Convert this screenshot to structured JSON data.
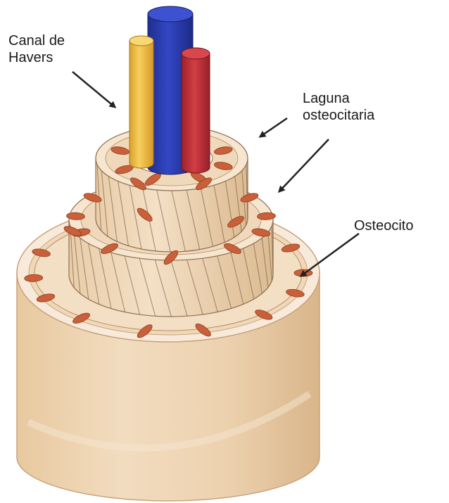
{
  "labels": {
    "canal": [
      "Canal de",
      "Havers"
    ],
    "laguna": [
      "Laguna",
      "osteocitaria"
    ],
    "osteocito": "Osteocito"
  },
  "colors": {
    "bone_outer": "#ecd3b3",
    "bone_side": "#e6c7a0",
    "bone_top": "#f6e6d0",
    "lamella": "#f1d8b8",
    "lamella_line": "#7a6048",
    "osteocyte": "#c9603a",
    "vessel_yellow": "#f2c14e",
    "vessel_blue": "#2c3fb0",
    "vessel_red": "#c2323a",
    "arrow": "#222222"
  },
  "icons": {
    "canal_arrow": "arrow-icon",
    "laguna_arrow_1": "arrow-icon",
    "laguna_arrow_2": "arrow-icon",
    "osteocito_arrow": "arrow-icon"
  }
}
